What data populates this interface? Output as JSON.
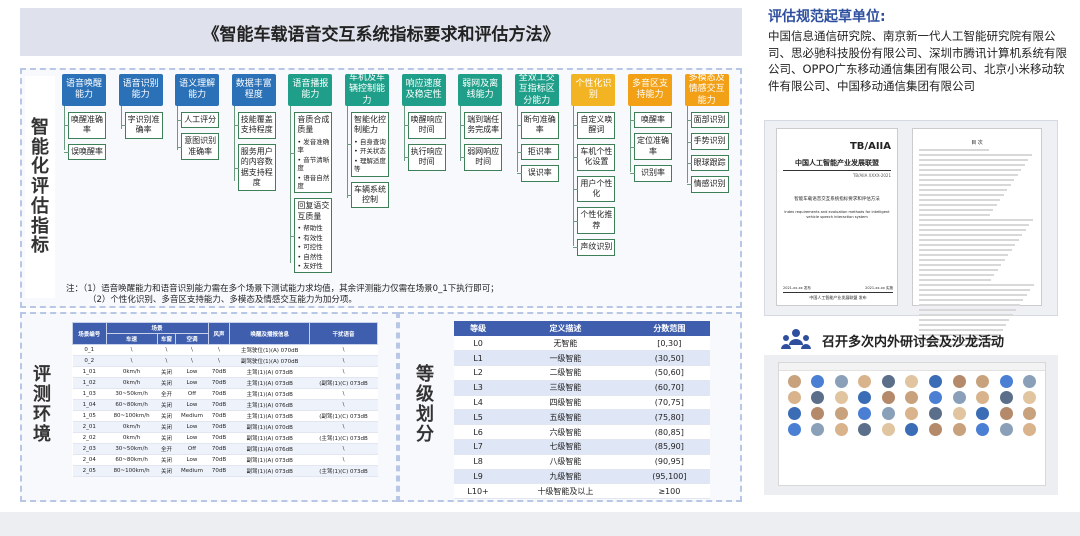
{
  "title": "《智能车载语音交互系统指标要求和评估方法》",
  "indicators": {
    "section_title": "智能化评估指标",
    "columns": [
      {
        "head": "语音唤醒能力",
        "color": "#2b71b8",
        "items": [
          {
            "label": "唤醒准确率"
          },
          {
            "label": "误唤醒率"
          }
        ]
      },
      {
        "head": "语音识别能力",
        "color": "#2b71b8",
        "items": [
          {
            "label": "字识别准确率"
          }
        ]
      },
      {
        "head": "语义理解能力",
        "color": "#2b71b8",
        "items": [
          {
            "label": "人工评分"
          },
          {
            "label": "意图识别准确率"
          }
        ]
      },
      {
        "head": "数据丰富程度",
        "color": "#2b71b8",
        "items": [
          {
            "label": "技能覆盖支持程度"
          },
          {
            "label": "服务用户的内容数据支持程度"
          }
        ]
      },
      {
        "head": "语音播报能力",
        "color": "#1f9f8a",
        "items": [
          {
            "label": "音质合成质量",
            "subs": [
              "发音准确率",
              "音节清晰度",
              "语音自然度"
            ]
          },
          {
            "label": "回复语交互质量",
            "subs": [
              "帮助性",
              "有效性",
              "可控性",
              "自然性",
              "友好性"
            ]
          }
        ]
      },
      {
        "head": "车机及车辆控制能力",
        "color": "#1f9f8a",
        "items": [
          {
            "label": "智能化控制能力",
            "subs": [
              "自身查询",
              "开关状态",
              "理解适度等"
            ]
          },
          {
            "label": "车辆系统控制"
          }
        ]
      },
      {
        "head": "响应速度及稳定性",
        "color": "#1f9f8a",
        "items": [
          {
            "label": "唤醒响应时间"
          },
          {
            "label": "执行响应时间"
          }
        ]
      },
      {
        "head": "弱网及离线能力",
        "color": "#1f9f8a",
        "items": [
          {
            "label": "端到端任务完成率"
          },
          {
            "label": "弱网响应时间"
          }
        ]
      },
      {
        "head": "全双工交互指标区分能力",
        "color": "#1f9f8a",
        "items": [
          {
            "label": "断句准确率"
          },
          {
            "label": "拒识率"
          },
          {
            "label": "误识率"
          }
        ]
      },
      {
        "head": "个性化识别",
        "color": "#f2b422",
        "items": [
          {
            "label": "自定义唤醒词"
          },
          {
            "label": "车机个性化设置"
          },
          {
            "label": "用户个性化"
          },
          {
            "label": "个性化推荐"
          },
          {
            "label": "声纹识别"
          }
        ]
      },
      {
        "head": "多音区支持能力",
        "color": "#f2a016",
        "items": [
          {
            "label": "唤醒率"
          },
          {
            "label": "定位准确率"
          },
          {
            "label": "识别率"
          }
        ]
      },
      {
        "head": "多模态及情感交互能力",
        "color": "#f2a016",
        "items": [
          {
            "label": "面部识别"
          },
          {
            "label": "手势识别"
          },
          {
            "label": "眼球跟踪"
          },
          {
            "label": "情感识别"
          }
        ]
      }
    ],
    "notes": [
      "注：（1）语音唤醒能力和语音识别能力需在多个场景下测试能力求均值，其余评测能力仅需在场景0_1下执行即可；",
      "（2）个性化识别、多音区支持能力、多模态及情感交互能力为加分项。"
    ]
  },
  "environment": {
    "section_title": "评测环境",
    "headers": {
      "scene_no": "场景编号",
      "scene": "场景",
      "car_speed": "车速",
      "window": "车窗",
      "ac": "空调",
      "noise": "风声",
      "wake_play": "唤醒及播报信息",
      "interference": "干扰语音"
    },
    "rows": [
      [
        "0_1",
        "\\",
        "\\",
        "\\",
        "\\",
        "主驾驶位(1)(A) 070dB",
        "\\"
      ],
      [
        "0_2",
        "\\",
        "\\",
        "\\",
        "\\",
        "副驾驶位(1)(A) 070dB",
        "\\"
      ],
      [
        "1_01",
        "0km/h",
        "关闭",
        "Low",
        "70dB",
        "主驾(1)(A) 073dB",
        "\\"
      ],
      [
        "1_02",
        "0km/h",
        "关闭",
        "Low",
        "70dB",
        "主驾(1)(A) 073dB",
        "(副驾(1)(C) 073dB"
      ],
      [
        "1_03",
        "30~50km/h",
        "全开",
        "Off",
        "70dB",
        "主驾(1)(A) 073dB",
        "\\"
      ],
      [
        "1_04",
        "60~80km/h",
        "关闭",
        "Low",
        "70dB",
        "主驾(1)(A) 076dB",
        "\\"
      ],
      [
        "1_05",
        "80~100km/h",
        "关闭",
        "Medium",
        "70dB",
        "主驾(1)(A) 073dB",
        "(副驾(1)(C) 073dB"
      ],
      [
        "2_01",
        "0km/h",
        "关闭",
        "Low",
        "70dB",
        "副驾(1)(A) 070dB",
        "\\"
      ],
      [
        "2_02",
        "0km/h",
        "关闭",
        "Low",
        "70dB",
        "副驾(1)(A) 073dB",
        "(主驾(1)(C) 073dB"
      ],
      [
        "2_03",
        "30~50km/h",
        "全开",
        "Off",
        "70dB",
        "副驾(1)(A) 076dB",
        "\\"
      ],
      [
        "2_04",
        "60~80km/h",
        "关闭",
        "Low",
        "70dB",
        "副驾(1)(A) 073dB",
        "\\"
      ],
      [
        "2_05",
        "80~100km/h",
        "关闭",
        "Medium",
        "70dB",
        "副驾(1)(A) 073dB",
        "(主驾(1)(C) 073dB"
      ]
    ]
  },
  "levels": {
    "section_title": "等级划分",
    "headers": {
      "level": "等级",
      "desc": "定义描述",
      "range": "分数范围"
    },
    "rows": [
      [
        "L0",
        "无智能",
        "[0,30]"
      ],
      [
        "L1",
        "一级智能",
        "(30,50]"
      ],
      [
        "L2",
        "二级智能",
        "(50,60]"
      ],
      [
        "L3",
        "三级智能",
        "(60,70]"
      ],
      [
        "L4",
        "四级智能",
        "(70,75]"
      ],
      [
        "L5",
        "五级智能",
        "(75,80]"
      ],
      [
        "L6",
        "六级智能",
        "(80,85]"
      ],
      [
        "L7",
        "七级智能",
        "(85,90]"
      ],
      [
        "L8",
        "八级智能",
        "(90,95]"
      ],
      [
        "L9",
        "九级智能",
        "(95,100]"
      ],
      [
        "L10+",
        "十级智能及以上",
        "≥100"
      ]
    ]
  },
  "drafters": {
    "heading": "评估规范起草单位:",
    "text": "中国信息通信研究院、南京新一代人工智能研究院有限公司、思必驰科技股份有限公司、深圳市腾讯计算机系统有限公司、OPPO广东移动通信集团有限公司、北京小米移动软件有限公司、中国移动通信集团有限公司"
  },
  "document": {
    "std_code": "TB/AIIA",
    "org": "中国人工智能产业发展联盟",
    "doc_no": "TB/AIIA XXXX-2021",
    "cn_title": "智能车载语音交互系统指标要求和评估方法",
    "en_title": "Index requirements and evaluation methods for intelligent vehicle speech interaction system",
    "issue_date": "2021-xx-xx 发布",
    "impl_date": "2021-xx-xx 实施",
    "footer": "中国人工智能产业发展联盟 发布",
    "toc_title": "目 次"
  },
  "meetings": {
    "heading": "召开多次内外研讨会及沙龙活动",
    "participants": 44
  }
}
